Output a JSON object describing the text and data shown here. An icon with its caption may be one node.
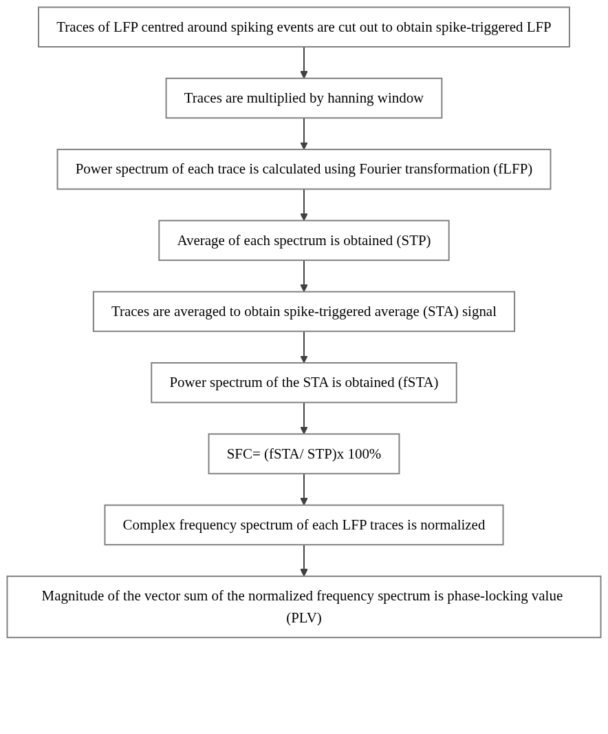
{
  "diagram": {
    "nodes": [
      {
        "text": [
          "Traces of LFP centred around spiking events are cut out to obtain spike-triggered LFP"
        ]
      },
      {
        "text": [
          "Traces are multiplied by hanning window"
        ]
      },
      {
        "text": [
          "Power spectrum of each trace is calculated using Fourier transformation (fLFP)"
        ]
      },
      {
        "text": [
          "Average of each spectrum is obtained (STP)"
        ]
      },
      {
        "text": [
          "Traces are averaged to obtain spike-triggered average (STA) signal"
        ]
      },
      {
        "text": [
          "Power spectrum of the STA is obtained (fSTA)"
        ]
      },
      {
        "text": [
          "SFC= (fSTA/ STP)x 100%"
        ]
      },
      {
        "text": [
          "Complex frequency spectrum of each LFP traces is normalized"
        ]
      },
      {
        "text": [
          "Magnitude of the vector sum of the normalized frequency spectrum is phase-locking value (PLV)"
        ]
      }
    ],
    "edges": [
      {
        "from": 0,
        "to": 1,
        "arrow": "to"
      },
      {
        "from": 1,
        "to": 2,
        "arrow": "to"
      },
      {
        "from": 2,
        "to": 3,
        "arrow": "to"
      },
      {
        "from": 3,
        "to": 4,
        "arrow": "to"
      },
      {
        "from": 4,
        "to": 5,
        "arrow": "to"
      },
      {
        "from": 5,
        "to": 6,
        "arrow": "to"
      },
      {
        "from": 6,
        "to": 7,
        "arrow": "to"
      },
      {
        "from": 7,
        "to": 8,
        "arrow": "to"
      }
    ]
  }
}
